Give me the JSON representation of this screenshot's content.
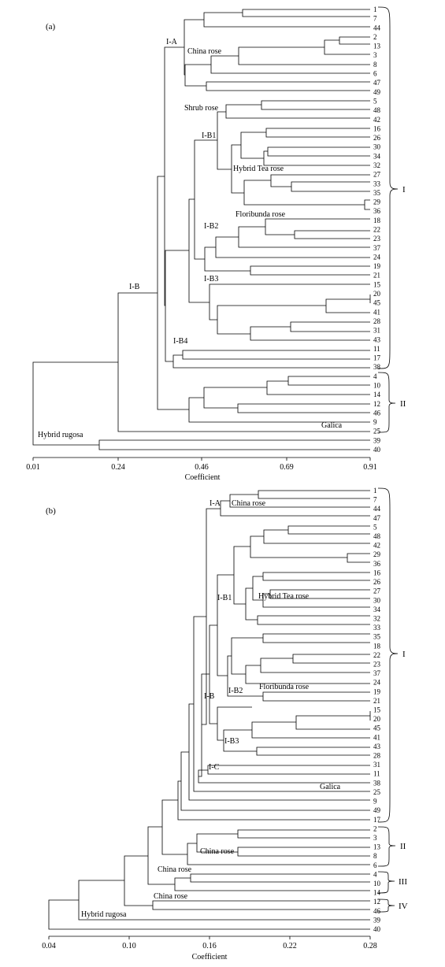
{
  "panel_a": {
    "label": "(a)",
    "leaves": [
      "1",
      "7",
      "44",
      "2",
      "13",
      "3",
      "8",
      "6",
      "47",
      "49",
      "5",
      "48",
      "42",
      "16",
      "26",
      "30",
      "34",
      "32",
      "27",
      "33",
      "35",
      "29",
      "36",
      "18",
      "22",
      "23",
      "37",
      "24",
      "19",
      "21",
      "15",
      "20",
      "45",
      "41",
      "28",
      "31",
      "43",
      "11",
      "17",
      "38",
      "4",
      "10",
      "14",
      "12",
      "46",
      "9",
      "25",
      "39",
      "40"
    ],
    "group_labels": {
      "ia": "I-A",
      "china_rose": "China rose",
      "shrub_rose": "Shrub rose",
      "ib1": "I-B1",
      "hybrid_tea": "Hybrid Tea rose",
      "floribunda": "Floribunda rose",
      "ib2": "I-B2",
      "ib3": "I-B3",
      "ib": "I-B",
      "ib4": "I-B4",
      "galica": "Galica",
      "hybrid_rugosa": "Hybrid rugosa"
    },
    "clusters": {
      "c1": "I",
      "c2": "II"
    },
    "axis": {
      "ticks": [
        "0.01",
        "0.24",
        "0.46",
        "0.69",
        "0.91"
      ],
      "title": "Coefficient"
    }
  },
  "panel_b": {
    "label": "(b)",
    "leaves": [
      "1",
      "7",
      "44",
      "47",
      "5",
      "48",
      "42",
      "29",
      "36",
      "16",
      "26",
      "27",
      "30",
      "34",
      "32",
      "33",
      "35",
      "18",
      "22",
      "23",
      "37",
      "24",
      "19",
      "21",
      "15",
      "20",
      "45",
      "41",
      "43",
      "28",
      "31",
      "11",
      "38",
      "25",
      "9",
      "49",
      "17",
      "2",
      "3",
      "13",
      "8",
      "6",
      "4",
      "10",
      "14",
      "12",
      "46",
      "39",
      "40"
    ],
    "group_labels": {
      "ia": "I-A",
      "china_rose_1": "China rose",
      "ib1": "I-B1",
      "hybrid_tea": "Hybrid Tea rose",
      "ib2": "I-B2",
      "floribunda": "Floribunda rose",
      "ib": "I-B",
      "ib3": "I-B3",
      "ic": "I-C",
      "galica": "Galica",
      "china_rose_2": "China rose",
      "china_rose_3": "China rose",
      "china_rose_4": "China rose",
      "hybrid_rugosa": "Hybrid rugosa"
    },
    "clusters": {
      "c1": "I",
      "c2": "II",
      "c3": "III",
      "c4": "IV"
    },
    "axis": {
      "ticks": [
        "0.04",
        "0.10",
        "0.16",
        "0.22",
        "0.28"
      ],
      "title": "Coefficient"
    }
  }
}
